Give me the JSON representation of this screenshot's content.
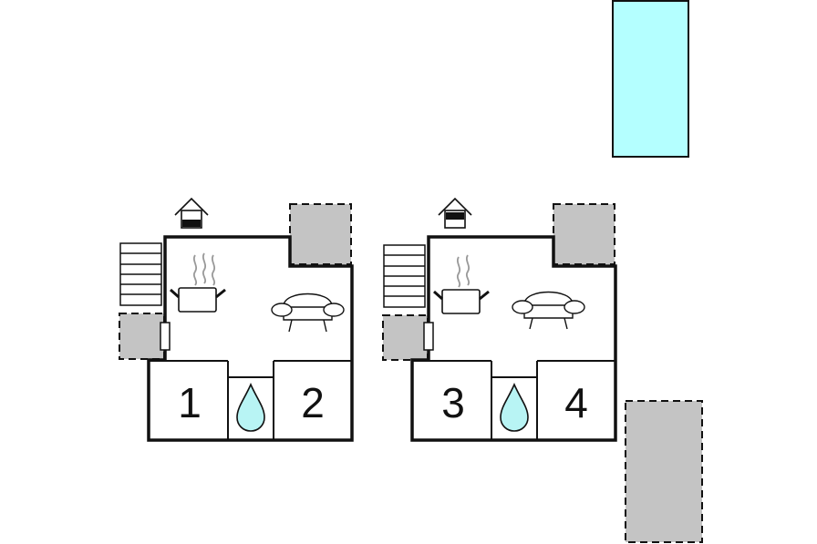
{
  "units": [
    {
      "rooms": [
        {
          "label": "1"
        },
        {
          "label": "2"
        }
      ]
    },
    {
      "rooms": [
        {
          "label": "3"
        },
        {
          "label": "4"
        }
      ]
    }
  ],
  "colors": {
    "wall": "#111111",
    "terrace": "#c4c4c4",
    "pool": "#b4ffff",
    "water": "#b8f4f4",
    "background": "#ffffff"
  },
  "icons": [
    "stairs-icon",
    "house-icon",
    "cooking-pot-icon",
    "sofa-icon",
    "water-drop-icon",
    "door-icon"
  ]
}
